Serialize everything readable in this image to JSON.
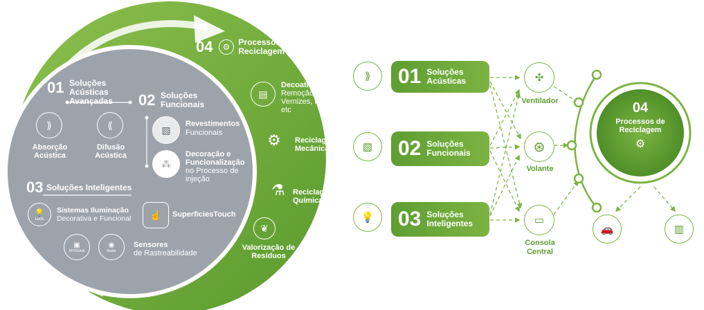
{
  "left": {
    "s01": {
      "num": "01",
      "title": "Soluções Acústicas Avançadas",
      "items": [
        {
          "label": "Absorção Acústica",
          "icon": "absorption-icon"
        },
        {
          "label": "Difusão Acústica",
          "icon": "diffusion-icon"
        }
      ]
    },
    "s02": {
      "num": "02",
      "title": "Soluções Funcionais",
      "items": [
        {
          "title": "Revestimentos",
          "sub": "Funcionais"
        },
        {
          "title": "Decoração e Funcionalização",
          "sub": "no Processo de injeção"
        }
      ]
    },
    "s03": {
      "num": "03",
      "title": "Soluções Inteligentes",
      "items": [
        {
          "title": "Sistemas Iluminação",
          "sub": "Decorativa e Funcional",
          "badge": "Leds"
        },
        {
          "title": "SuperficiesTouch",
          "sub": ""
        },
        {
          "title": "Sensores",
          "sub": "de Rastreabilidade",
          "badges": [
            "RFID/Uwb",
            "Radar"
          ]
        }
      ]
    },
    "s04": {
      "num": "04",
      "title": "Processos de Reciclagem",
      "items": [
        {
          "title": "Decoating",
          "sub": "Remoção de Vernizes, filmes etc"
        },
        {
          "title": "Reciclagem Mecânica",
          "sub": ""
        },
        {
          "title": "Reciclagem Química",
          "sub": ""
        },
        {
          "title": "Valorização de Resíduos",
          "sub": ""
        }
      ]
    }
  },
  "right": {
    "pills": [
      {
        "num": "01",
        "label": "Soluções Acústicas"
      },
      {
        "num": "02",
        "label": "Soluções Funcionais"
      },
      {
        "num": "03",
        "label": "Soluções Inteligentes"
      }
    ],
    "components": [
      {
        "label": "Ventilador",
        "icon": "fan-icon"
      },
      {
        "label": "Volante",
        "icon": "steering-wheel-icon"
      },
      {
        "label": "Consola Central",
        "icon": "console-icon"
      }
    ],
    "final": {
      "num": "04",
      "label": "Processos de Reciclagem"
    },
    "outputs": [
      {
        "icon": "car-icon"
      },
      {
        "icon": "appliance-icon"
      }
    ]
  },
  "colors": {
    "green": "#7cb342",
    "dark_green": "#5e9e32",
    "grey": "#9ca3ab"
  }
}
